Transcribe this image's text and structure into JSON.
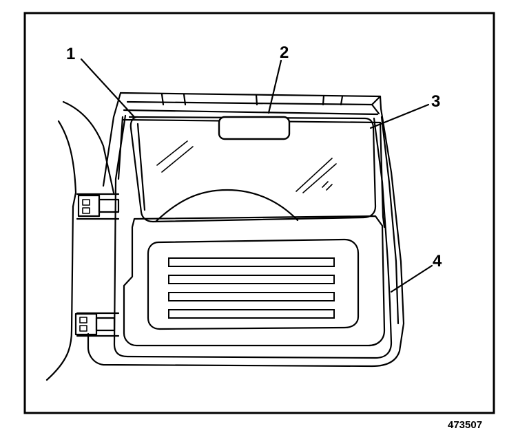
{
  "callouts": [
    {
      "id": "1",
      "label": "1"
    },
    {
      "id": "2",
      "label": "2"
    },
    {
      "id": "3",
      "label": "3"
    },
    {
      "id": "4",
      "label": "4"
    }
  ],
  "figure_id": "473507"
}
